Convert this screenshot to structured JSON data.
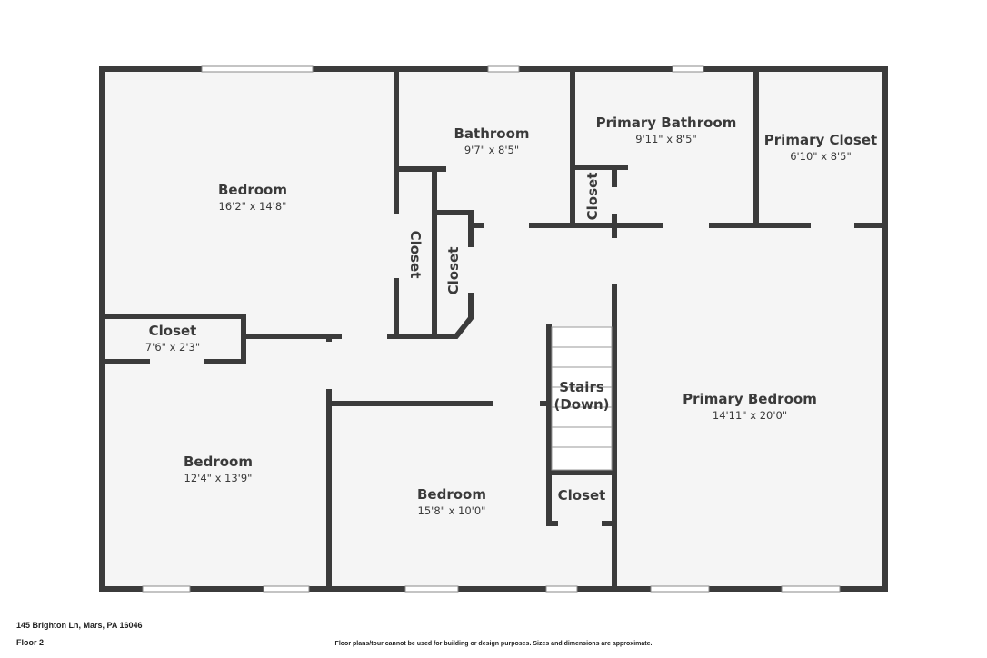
{
  "rooms": {
    "bedroom_a": {
      "name": "Bedroom",
      "dims": "16'2\" x 14'8\""
    },
    "bathroom": {
      "name": "Bathroom",
      "dims": "9'7\" x 8'5\""
    },
    "primary_bathroom": {
      "name": "Primary Bathroom",
      "dims": "9'11\" x 8'5\""
    },
    "primary_closet": {
      "name": "Primary Closet",
      "dims": "6'10\" x 8'5\""
    },
    "closet_small": {
      "name": "Closet",
      "dims": "7'6\" x 2'3\""
    },
    "closet_hall_1": {
      "name": "Closet"
    },
    "closet_hall_2": {
      "name": "Closet"
    },
    "closet_bath": {
      "name": "Closet"
    },
    "closet_stairs": {
      "name": "Closet"
    },
    "stairs": {
      "line1": "Stairs",
      "line2": "(Down)"
    },
    "bedroom_b": {
      "name": "Bedroom",
      "dims": "12'4\" x 13'9\""
    },
    "bedroom_c": {
      "name": "Bedroom",
      "dims": "15'8\" x 10'0\""
    },
    "primary_bedroom": {
      "name": "Primary Bedroom",
      "dims": "14'11\" x 20'0\""
    }
  },
  "footer": {
    "address": "145 Brighton Ln, Mars, PA 16046",
    "floor": "Floor 2",
    "disclaimer": "Floor plans/tour cannot be used for building or design purposes. Sizes and dimensions are approximate."
  },
  "colors": {
    "wall": "#3b3b3b",
    "floor": "#f5f5f5",
    "window": "#ffffff"
  }
}
